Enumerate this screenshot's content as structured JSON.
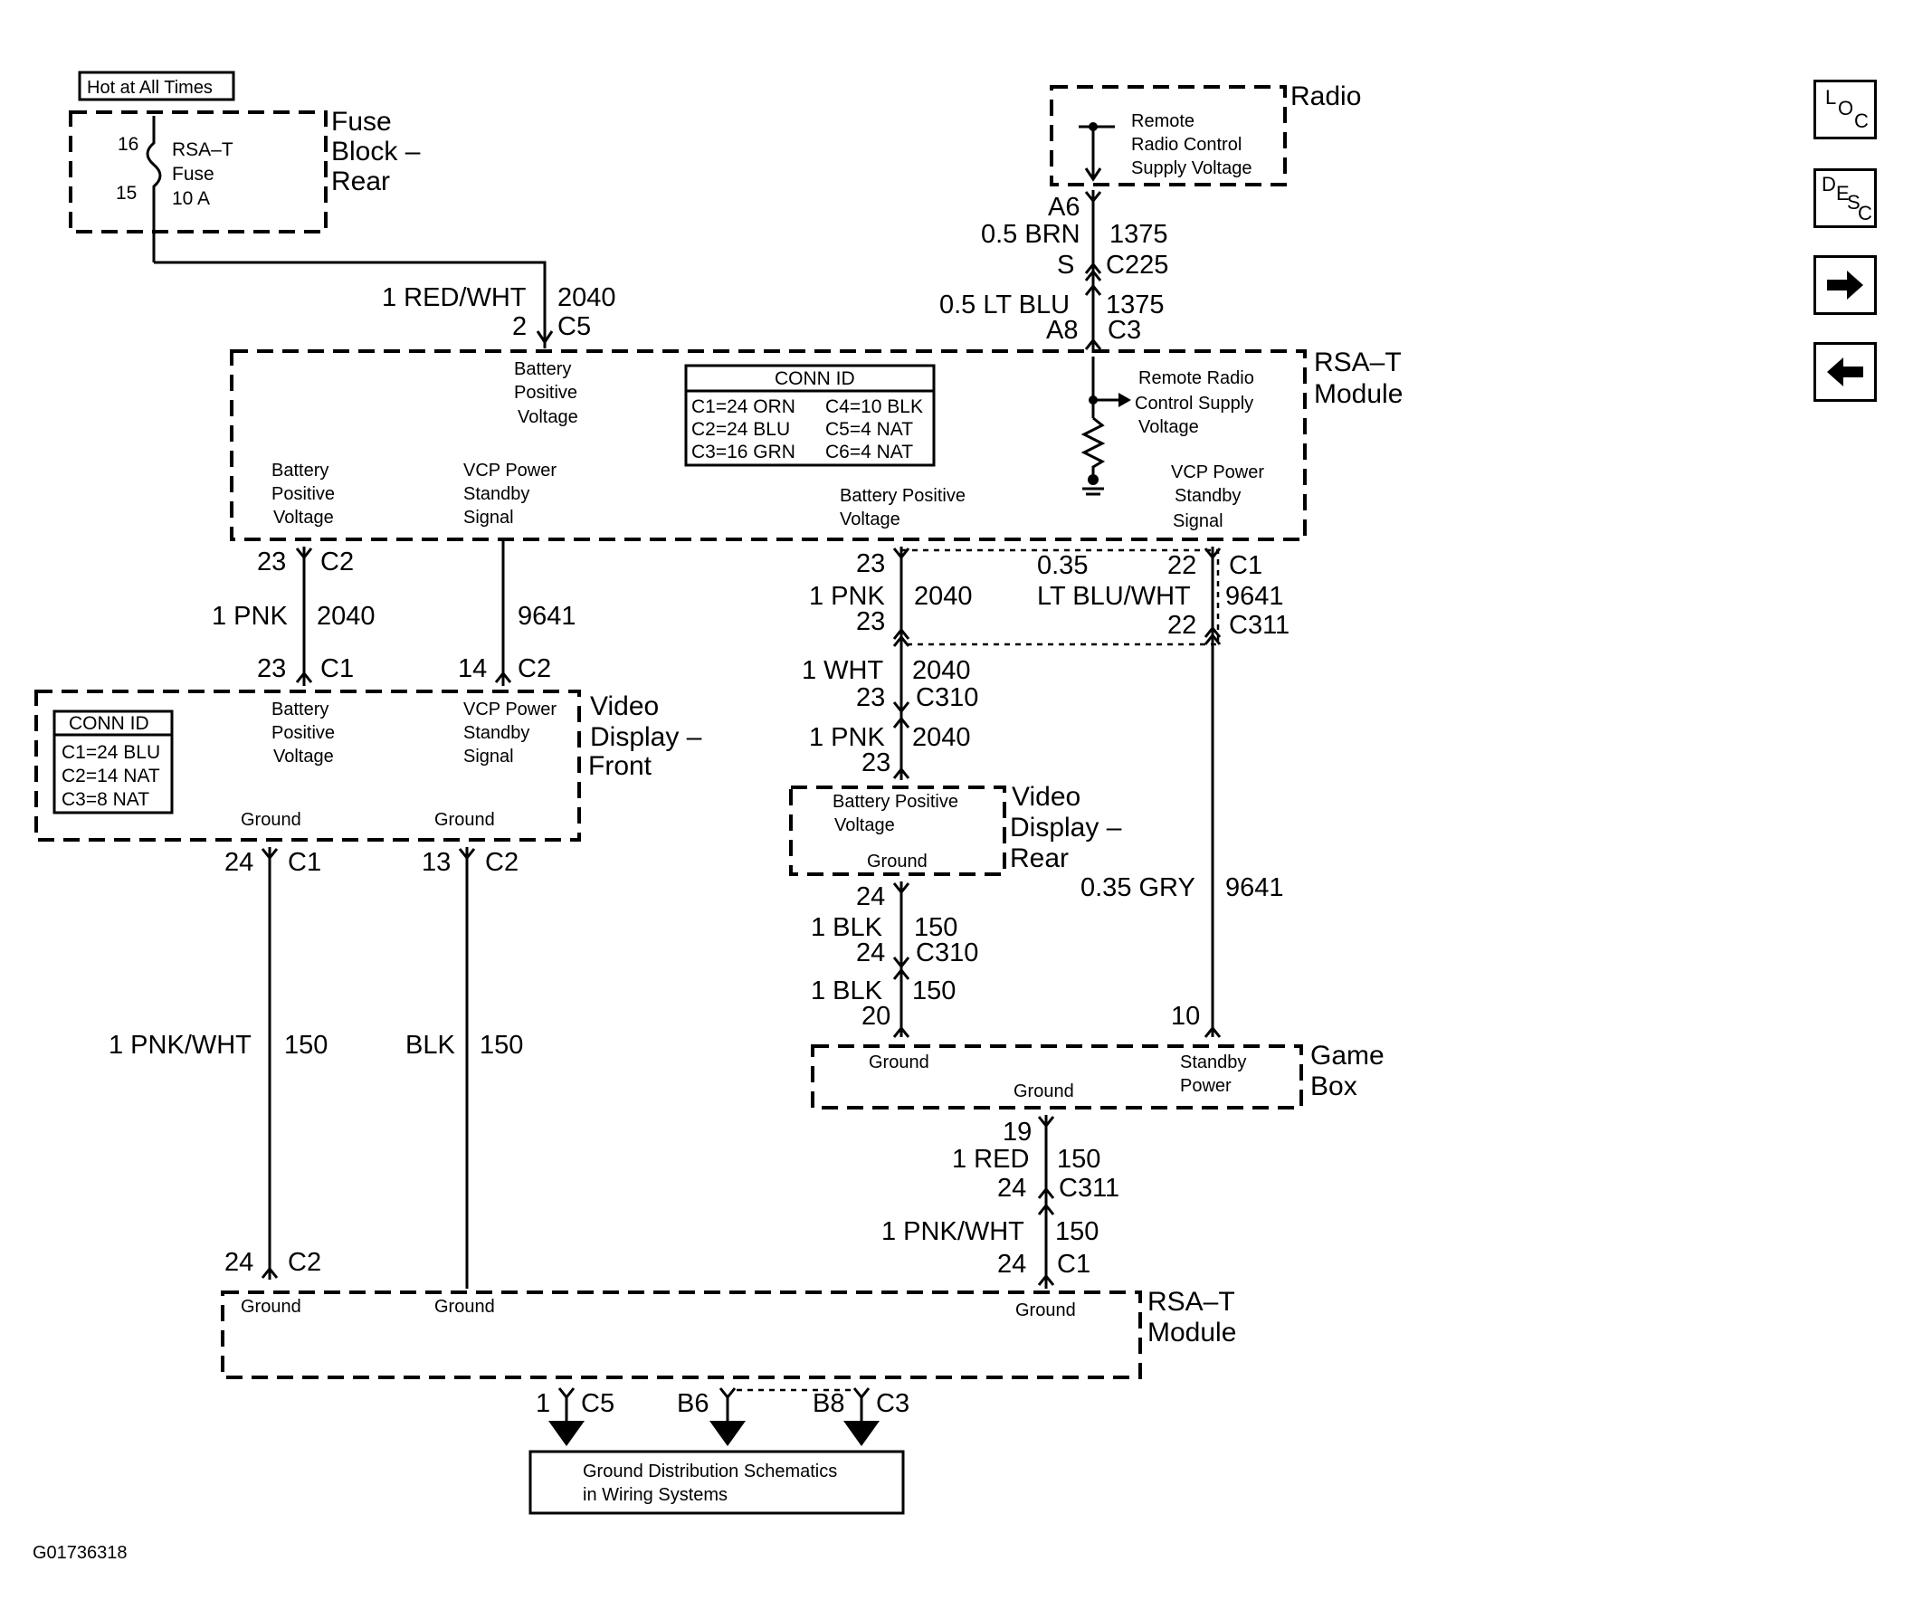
{
  "header_note": "Hot at All Times",
  "fuse_block": {
    "title": "Fuse\nBlock –\nRear",
    "pin_top": "16",
    "pin_bottom": "15",
    "fuse_lines": [
      "RSA–T",
      "Fuse",
      "10 A"
    ]
  },
  "radio": {
    "title": "Radio",
    "lines": [
      "Remote",
      "Radio Control",
      "Supply Voltage"
    ]
  },
  "wires": {
    "fuse_to_rsa": {
      "color": "1 RED/WHT",
      "circuit": "2040",
      "pin": "2",
      "connector": "C5"
    },
    "radio_a6": {
      "pin": "A6",
      "color": "0.5 BRN",
      "circuit": "1375",
      "splice": "S",
      "connector": "C225"
    },
    "radio_a8": {
      "color": "0.5 LT BLU",
      "circuit": "1375",
      "pin": "A8",
      "connector": "C3"
    },
    "rsa_to_front_batt": {
      "pin_top": "23",
      "conn_top": "C2",
      "color": "1 PNK",
      "circuit": "2040",
      "pin_bottom": "23",
      "conn_bottom": "C1"
    },
    "rsa_to_front_vcp": {
      "circuit": "9641",
      "pin_bottom": "14",
      "conn_bottom": "C2"
    },
    "rsa_to_rear_batt": {
      "pin_top": "23",
      "color": "1 PNK",
      "circuit": "2040",
      "pin_mid": "23"
    },
    "rsa_to_game": {
      "size": "0.35",
      "color": "LT BLU/WHT",
      "pin_top": "22",
      "conn_top": "C1",
      "circuit": "9641",
      "pin_mid": "22",
      "conn_mid": "C311"
    },
    "rear_wht": {
      "color": "1 WHT",
      "circuit": "2040",
      "pin": "23",
      "connector": "C310"
    },
    "rear_pnk": {
      "color": "1 PNK",
      "circuit": "2040",
      "pin": "23"
    },
    "rear_gnd_1": {
      "pin_top": "24",
      "color": "1 BLK",
      "circuit": "150",
      "pin_bottom": "24",
      "connector": "C310"
    },
    "rear_gnd_2": {
      "color": "1 BLK",
      "circuit": "150",
      "pin": "20"
    },
    "game_gry": {
      "color": "0.35 GRY",
      "circuit": "9641",
      "pin": "10"
    },
    "front_gnd_1": {
      "pin_top": "24",
      "conn_top": "C1",
      "color": "1 PNK/WHT",
      "circuit": "150",
      "pin_bottom": "24",
      "conn_bottom": "C2"
    },
    "front_gnd_2": {
      "pin_top": "13",
      "conn_top": "C2",
      "color": "BLK",
      "circuit": "150"
    },
    "game_gnd_1": {
      "pin_top": "19",
      "color": "1 RED",
      "circuit": "150",
      "pin_bottom": "24",
      "connector": "C311"
    },
    "game_gnd_2": {
      "color": "1 PNK/WHT",
      "circuit": "150",
      "pin": "24",
      "connector": "C1"
    },
    "ground_1": {
      "pin": "1",
      "connector": "C5"
    },
    "ground_2": {
      "pin": "B6"
    },
    "ground_3": {
      "pin": "B8",
      "connector": "C3"
    }
  },
  "rsa_module_top": {
    "title": "RSA–T\nModule",
    "batt_center": [
      "Battery",
      "Positive",
      "Voltage"
    ],
    "batt_left": [
      "Battery",
      "Positive",
      "Voltage"
    ],
    "vcp_left": [
      "VCP Power",
      "Standby",
      "Signal"
    ],
    "batt_right": [
      "Battery Positive",
      "Voltage"
    ],
    "remote_supply": [
      "Remote Radio",
      "Control Supply",
      "Voltage"
    ],
    "vcp_right": [
      "VCP Power",
      "Standby",
      "Signal"
    ],
    "conn_id": {
      "header": "CONN ID",
      "rows": [
        [
          "C1=24 ORN",
          "C4=10 BLK"
        ],
        [
          "C2=24 BLU",
          "C5=4 NAT"
        ],
        [
          "C3=16 GRN",
          "C6=4 NAT"
        ]
      ]
    }
  },
  "video_front": {
    "title": "Video\nDisplay –\nFront",
    "conn_id": {
      "header": "CONN ID",
      "rows": [
        "C1=24 BLU",
        "C2=14 NAT",
        "C3=8 NAT"
      ]
    },
    "batt": [
      "Battery",
      "Positive",
      "Voltage"
    ],
    "vcp": [
      "VCP Power",
      "Standby",
      "Signal"
    ],
    "ground_1": "Ground",
    "ground_2": "Ground"
  },
  "video_rear": {
    "title": "Video\nDisplay –\nRear",
    "batt": [
      "Battery Positive",
      "Voltage"
    ],
    "ground": "Ground"
  },
  "game_box": {
    "title": "Game\nBox",
    "ground_1": "Ground",
    "ground_2": "Ground",
    "standby": [
      "Standby",
      "Power"
    ]
  },
  "rsa_module_bottom": {
    "title": "RSA–T\nModule",
    "ground_1": "Ground",
    "ground_2": "Ground",
    "ground_3": "Ground"
  },
  "ground_box": [
    "Ground Distribution Schematics",
    "in Wiring Systems"
  ],
  "figure_id": "G01736318",
  "nav": {
    "loc_letters": [
      "L",
      "O",
      "C"
    ],
    "desc_letters": [
      "D",
      "E",
      "S",
      "C"
    ],
    "next_icon": "arrow-right-icon",
    "prev_icon": "arrow-left-icon"
  }
}
